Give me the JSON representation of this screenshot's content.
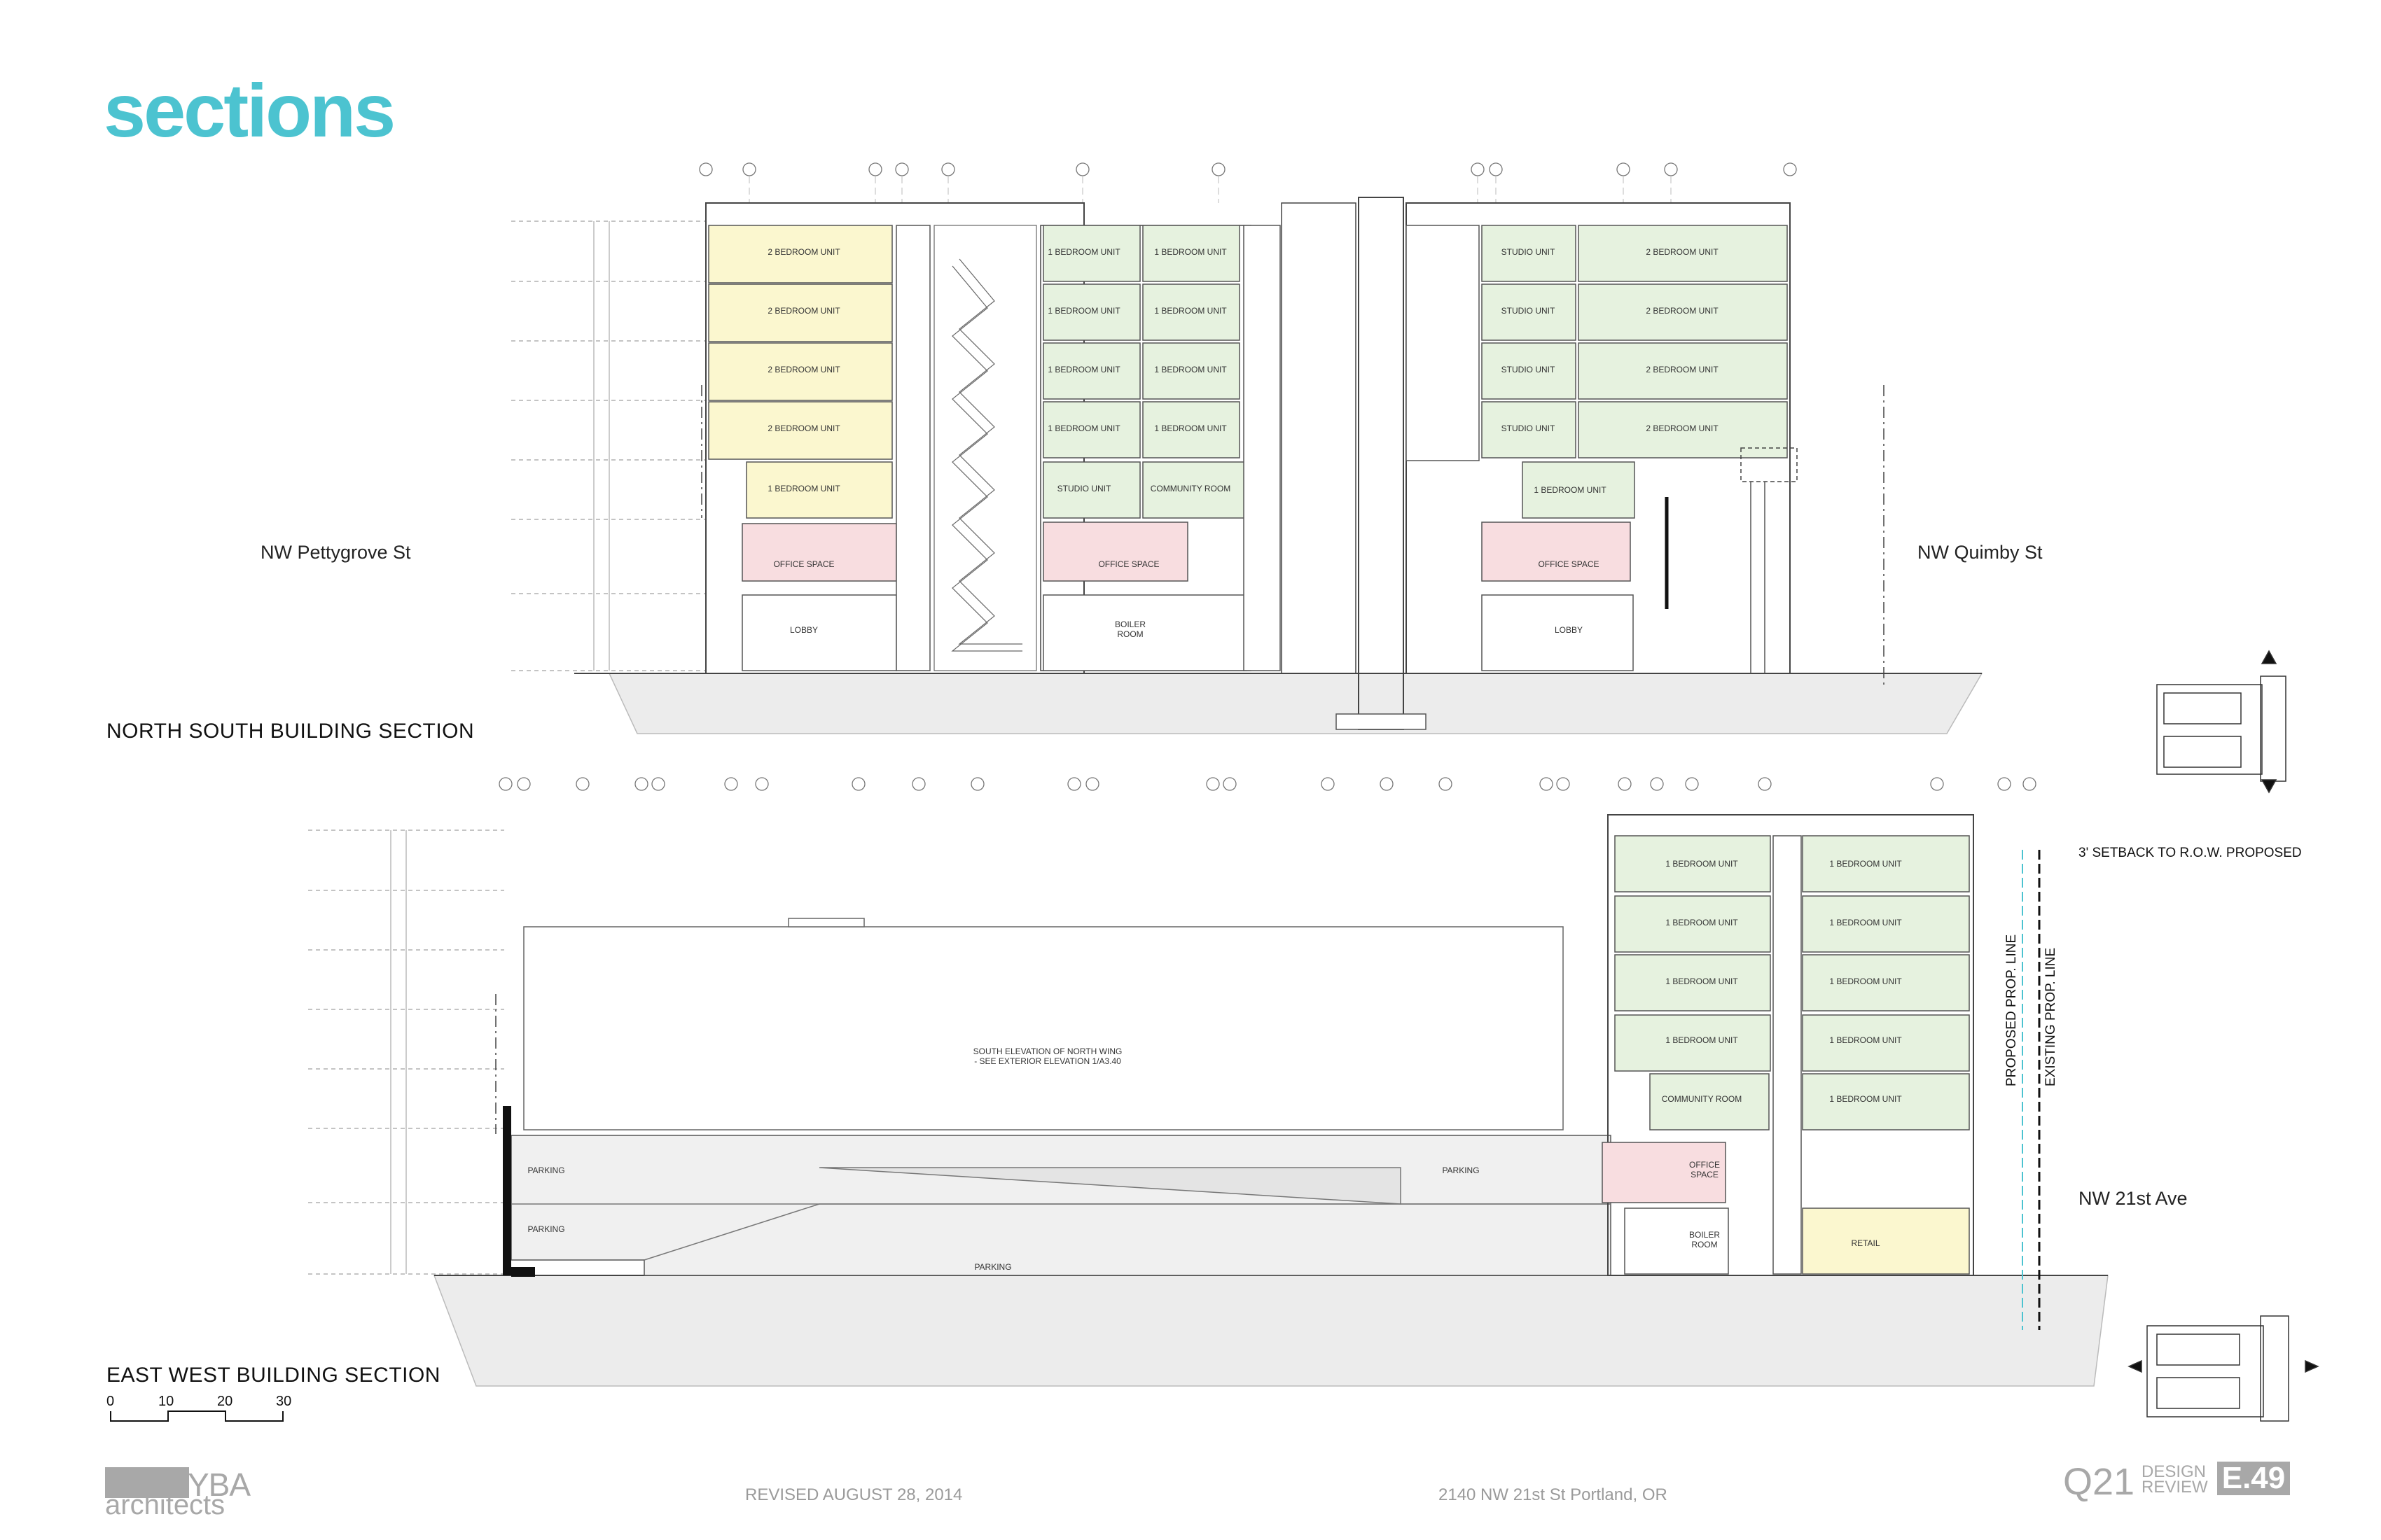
{
  "page": {
    "title": "sections",
    "north_south_title": "NORTH SOUTH BUILDING SECTION",
    "east_west_title": "EAST WEST BUILDING SECTION"
  },
  "streets": {
    "left": "NW Pettygrove St",
    "right": "NW Quimby St",
    "east": "NW 21st Ave"
  },
  "ns_rooms": {
    "r1": "2 BEDROOM UNIT",
    "r2": "2 BEDROOM UNIT",
    "r3": "2 BEDROOM UNIT",
    "r4": "2 BEDROOM UNIT",
    "r5": "1 BEDROOM UNIT",
    "r6": "OFFICE SPACE",
    "r7": "LOBBY",
    "m1": "1 BEDROOM UNIT",
    "m2": "1 BEDROOM UNIT",
    "m3": "1 BEDROOM UNIT",
    "m4": "1 BEDROOM UNIT",
    "m5": "1 BEDROOM UNIT",
    "m6": "1 BEDROOM UNIT",
    "m7": "1 BEDROOM UNIT",
    "m8": "1 BEDROOM UNIT",
    "m9": "STUDIO UNIT",
    "m10": "COMMUNITY ROOM",
    "m11": "OFFICE SPACE",
    "m12a": "BOILER",
    "m12b": "ROOM",
    "e1": "STUDIO UNIT",
    "e2": "STUDIO UNIT",
    "e3": "STUDIO UNIT",
    "e4": "STUDIO UNIT",
    "e5": "2 BEDROOM UNIT",
    "e6": "2 BEDROOM UNIT",
    "e7": "2 BEDROOM UNIT",
    "e8": "2 BEDROOM UNIT",
    "e9": "1 BEDROOM UNIT",
    "e10": "OFFICE SPACE",
    "e11": "LOBBY"
  },
  "ew_rooms": {
    "u1": "1 BEDROOM UNIT",
    "u2": "1 BEDROOM UNIT",
    "u3": "1 BEDROOM UNIT",
    "u4": "1 BEDROOM UNIT",
    "u5": "1 BEDROOM UNIT",
    "u6": "1 BEDROOM UNIT",
    "u7": "1 BEDROOM UNIT",
    "u8": "1 BEDROOM UNIT",
    "u9": "COMMUNITY ROOM",
    "u10": "1 BEDROOM UNIT",
    "office_a": "OFFICE",
    "office_b": "SPACE",
    "boiler_a": "BOILER",
    "boiler_b": "ROOM",
    "retail": "RETAIL",
    "parking1": "PARKING",
    "parking2": "PARKING",
    "parking3": "PARKING",
    "parking4": "PARKING",
    "elev_note_1": "SOUTH ELEVATION OF NORTH WING",
    "elev_note_2": "- SEE EXTERIOR ELEVATION 1/A3.40"
  },
  "annotations": {
    "setback": "3' SETBACK TO R.O.W. PROPOSED",
    "proposed_line": "PROPOSED PROP. LINE",
    "existing_line": "EXISTING PROP. LINE"
  },
  "scale_bar": {
    "labels": [
      "0",
      "10",
      "20",
      "30"
    ]
  },
  "footer": {
    "logo_main": "YBA",
    "logo_sub": "architects",
    "revised": "REVISED AUGUST 28, 2014",
    "address": "2140 NW 21st St Portland, OR",
    "project": "Q21",
    "review_1": "DESIGN",
    "review_2": "REVIEW",
    "sheet": "E.49"
  },
  "colors": {
    "accent": "#4cc3d0",
    "two_bedroom": "#fbf7cf",
    "one_bedroom": "#e6f2df",
    "office": "#f8dde0",
    "retail": "#fbf7cf",
    "parking": "#efefef",
    "ground": "#e8e8e8"
  }
}
